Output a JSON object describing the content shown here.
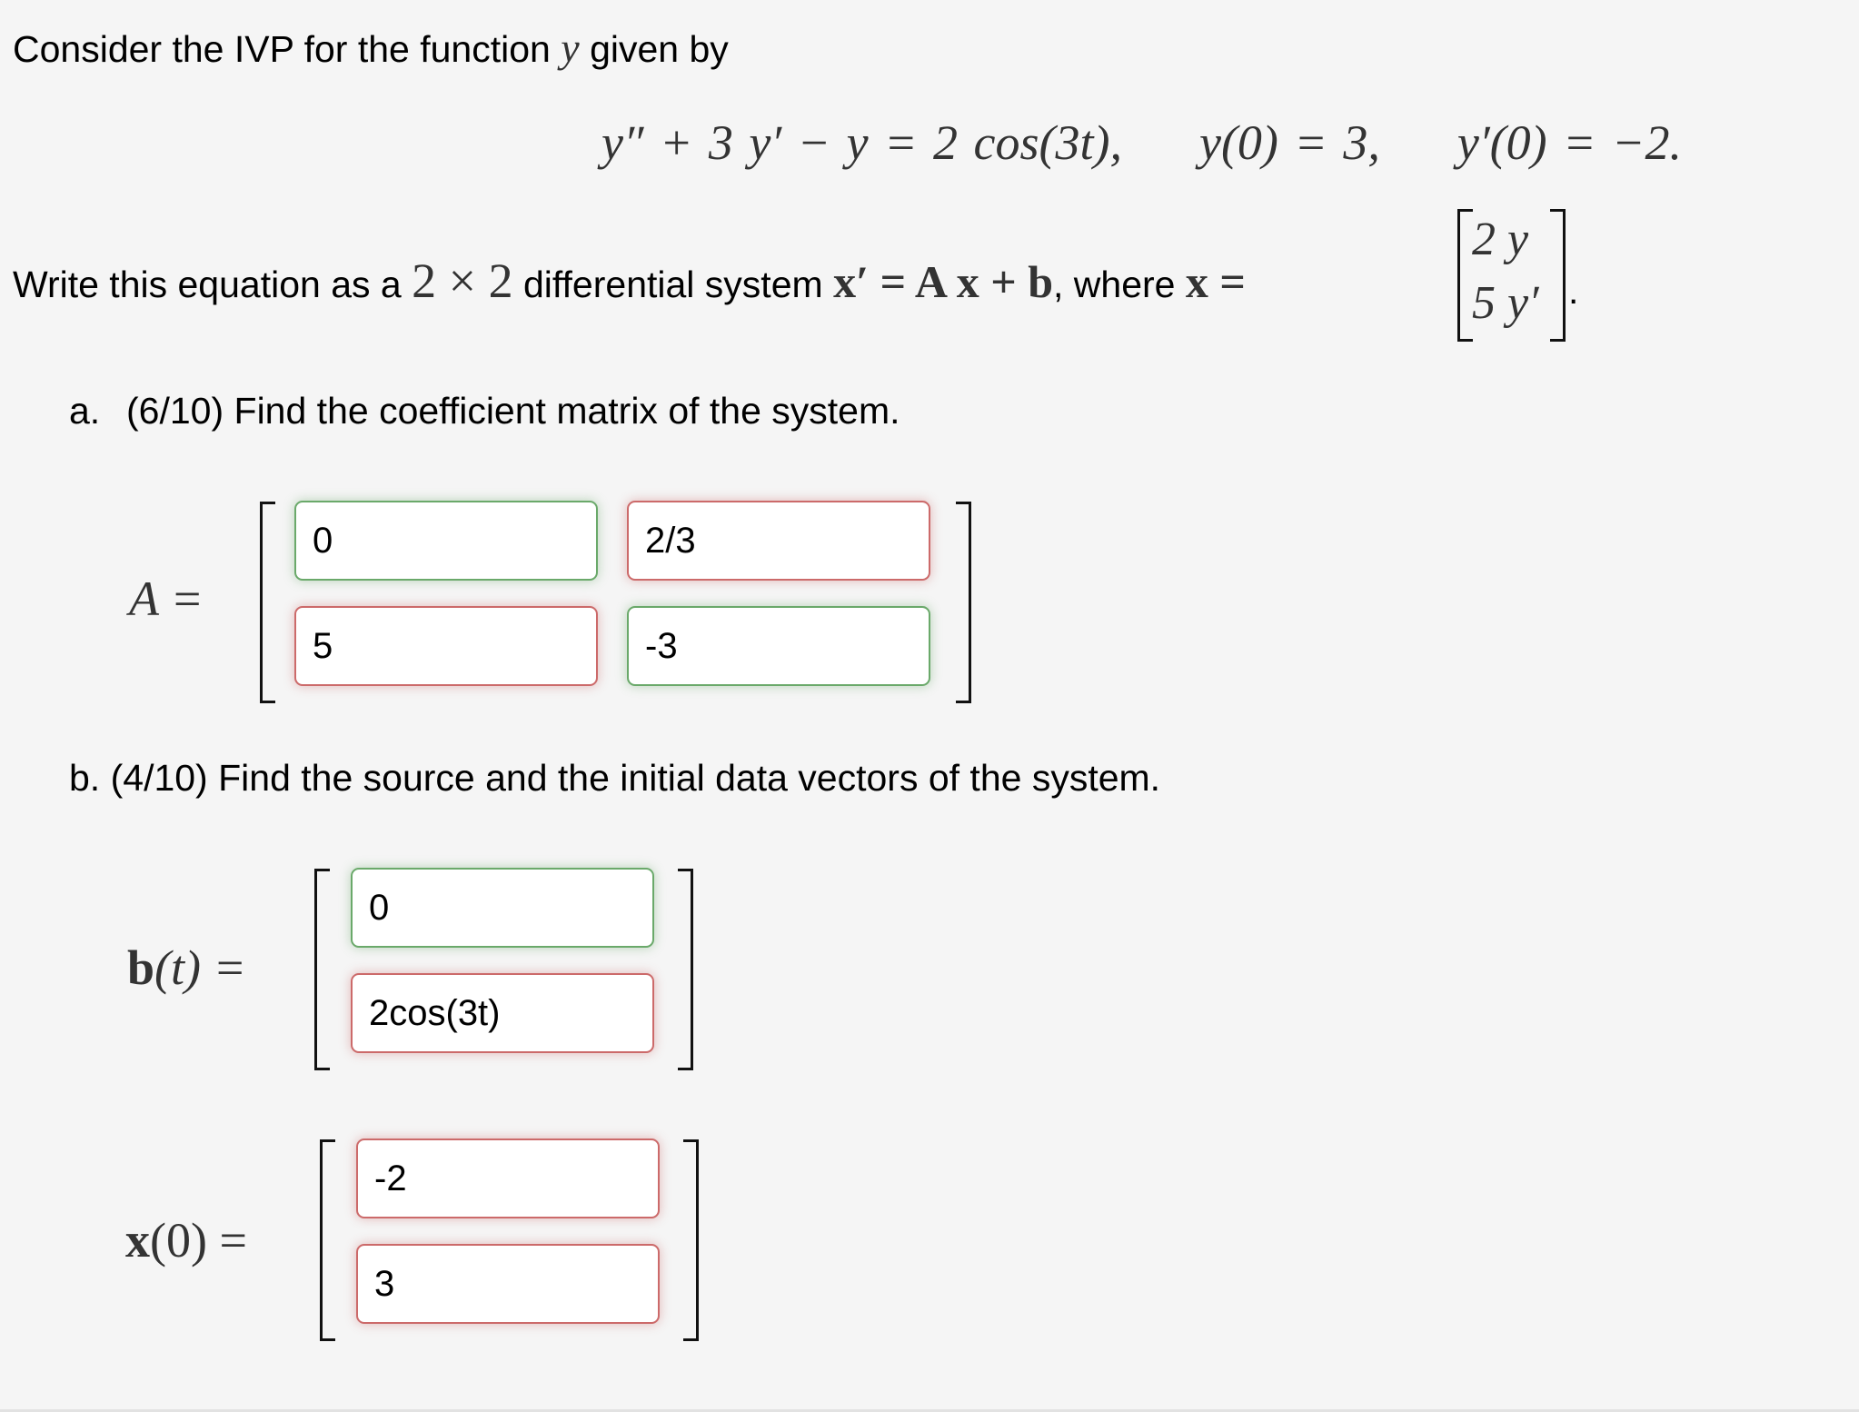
{
  "intro": {
    "text_before": "Consider the IVP for the function",
    "var": "y",
    "text_after": "given by"
  },
  "ivp": {
    "equation": "y″ + 3 y′ − y = 2 cos(3t),",
    "cond1": "y(0) = 3,",
    "cond2": "y′(0) = −2."
  },
  "system_prompt": {
    "text1": "Write this equation as a",
    "dim": "2 × 2",
    "text2": "differential system",
    "eq": "x′ = A x + b",
    "text3": ", where",
    "xdef": "x =",
    "xvec": [
      "2 y",
      "5 y′"
    ],
    "period": "."
  },
  "part_a": {
    "label": "a.",
    "score": "(6/10)",
    "prompt": "Find the coefficient matrix of the system.",
    "lhs": "A =",
    "matrix": [
      {
        "value": "0",
        "status": "correct"
      },
      {
        "value": "2/3",
        "status": "incorrect"
      },
      {
        "value": "5",
        "status": "incorrect"
      },
      {
        "value": "-3",
        "status": "correct"
      }
    ]
  },
  "part_b": {
    "label": "b.",
    "score": "(4/10)",
    "prompt": "Find the source and the initial data vectors of the system.",
    "b_lhs_b": "b",
    "b_lhs_rest": "(t) =",
    "b_vector": [
      {
        "value": "0",
        "status": "correct"
      },
      {
        "value": "2cos(3t)",
        "status": "incorrect"
      }
    ],
    "x0_lhs_x": "x",
    "x0_lhs_rest": "(0) =",
    "x0_vector": [
      {
        "value": "-2",
        "status": "incorrect"
      },
      {
        "value": "3",
        "status": "incorrect"
      }
    ]
  },
  "colors": {
    "background": "#f5f5f5",
    "correct_border": "#6aa96a",
    "incorrect_border": "#cc6a6a"
  }
}
